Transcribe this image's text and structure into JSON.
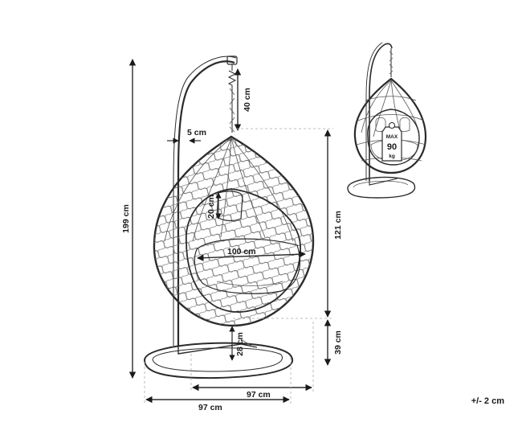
{
  "dimensions": {
    "total_height": "199 cm",
    "chain": "40 cm",
    "pole_gap": "5 cm",
    "cushion_height": "20 cm",
    "basket_width": "100 cm",
    "basket_height": "121 cm",
    "seat_clearance": "28 cm",
    "bottom_gap": "39 cm",
    "stand_reach": "97 cm",
    "base_width": "97 cm"
  },
  "badge": {
    "line1": "MAX",
    "line2": "90",
    "line3": "kg"
  },
  "tolerance": "+/- 2 cm"
}
